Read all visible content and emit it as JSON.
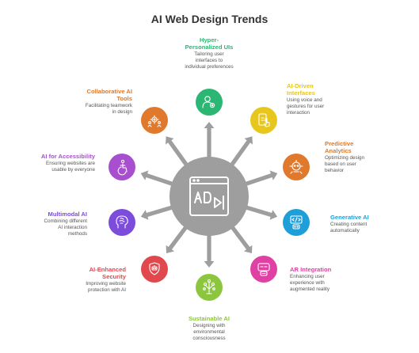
{
  "title": "AI Web Design Trends",
  "arrow_color": "#9e9e9e",
  "hub_color": "#9e9e9e",
  "items": [
    {
      "key": "hyper",
      "title": "Hyper-\nPersonalized UIs",
      "desc": "Tailoring user\ninterfaces to\nindividual preferences",
      "color": "#2bb673",
      "icon": "user-gear-icon"
    },
    {
      "key": "ai-driven",
      "title": "AI-Driven\nInterfaces",
      "desc": "Using voice and\ngestures for user\ninteraction",
      "color": "#e7c71d",
      "icon": "voice-gesture-icon"
    },
    {
      "key": "predictive",
      "title": "Predictive\nAnalytics",
      "desc": "Optimizing design\nbased on user\nbehavior",
      "color": "#e0792b",
      "icon": "predictive-robot-icon"
    },
    {
      "key": "generative",
      "title": "Generative AI",
      "desc": "Creating content\nautomatically",
      "color": "#1e9fd8",
      "icon": "code-robot-icon"
    },
    {
      "key": "ar",
      "title": "AR Integration",
      "desc": "Enhancing user\nexperience with\naugmented reality",
      "color": "#e040a3",
      "icon": "ar-headset-icon"
    },
    {
      "key": "sustainable",
      "title": "Sustainable AI",
      "desc": "Designing with\nenvironmental\nconsciousness",
      "color": "#8cc63f",
      "icon": "leaf-network-icon"
    },
    {
      "key": "security",
      "title": "AI-Enhanced\nSecurity",
      "desc": "Improving website\nprotection with AI",
      "color": "#e0484e",
      "icon": "shield-robot-icon"
    },
    {
      "key": "multimodal",
      "title": "Multimodal AI",
      "desc": "Combining different\nAI interaction\nmethods",
      "color": "#7d4cdb",
      "icon": "head-brain-icon"
    },
    {
      "key": "accessibility",
      "title": "AI for Accessibility",
      "desc": "Ensuring websites are\nusable by everyone",
      "color": "#a84fd0",
      "icon": "accessibility-icon"
    },
    {
      "key": "collaborative",
      "title": "Collaborative AI\nTools",
      "desc": "Facilitating teamwork\nin design",
      "color": "#e0792b",
      "icon": "team-gear-icon"
    }
  ]
}
